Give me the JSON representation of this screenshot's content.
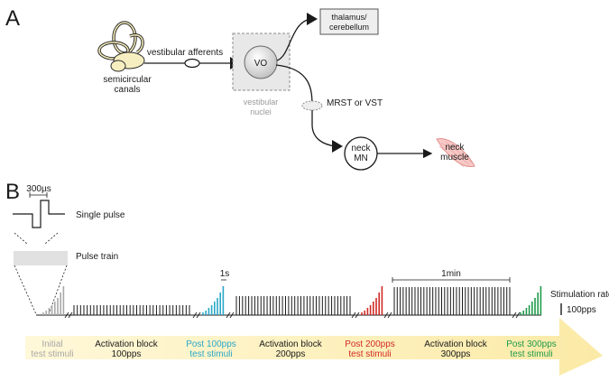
{
  "panel_a": {
    "letter": "A",
    "semicircular_canals": [
      "semicircular",
      "canals"
    ],
    "afferents": "vestibular afferents",
    "vo": "VO",
    "nuclei": [
      "vestibular",
      "nuclei"
    ],
    "thalamus": [
      "thalamus/",
      "cerebellum"
    ],
    "tract": "MRST or VST",
    "neck_mn": [
      "neck",
      "MN"
    ],
    "neck_muscle": [
      "neck",
      "muscle"
    ]
  },
  "panel_b": {
    "letter": "B",
    "pulse_width": "300µs",
    "single_pulse": "Single pulse",
    "pulse_train": "Pulse train",
    "scale_1s": "1s",
    "scale_1min": "1min",
    "rate_label": "Stimulation rate",
    "rate_scale": "100pps",
    "phases": [
      {
        "line1": "Initial",
        "line2": "test stimuli",
        "color": "#a8a8a8"
      },
      {
        "line1": "Activation block",
        "line2": "100pps",
        "color": "#1a1a1a"
      },
      {
        "line1": "Post 100pps",
        "line2": "test stimuli",
        "color": "#2aa7c9"
      },
      {
        "line1": "Activation block",
        "line2": "200pps",
        "color": "#1a1a1a"
      },
      {
        "line1": "Post 200pps",
        "line2": "test stimuli",
        "color": "#d02b25"
      },
      {
        "line1": "Activation block",
        "line2": "300pps",
        "color": "#1a1a1a"
      },
      {
        "line1": "Post 300pps",
        "line2": "test stimuli",
        "color": "#1e9a4a"
      }
    ]
  }
}
